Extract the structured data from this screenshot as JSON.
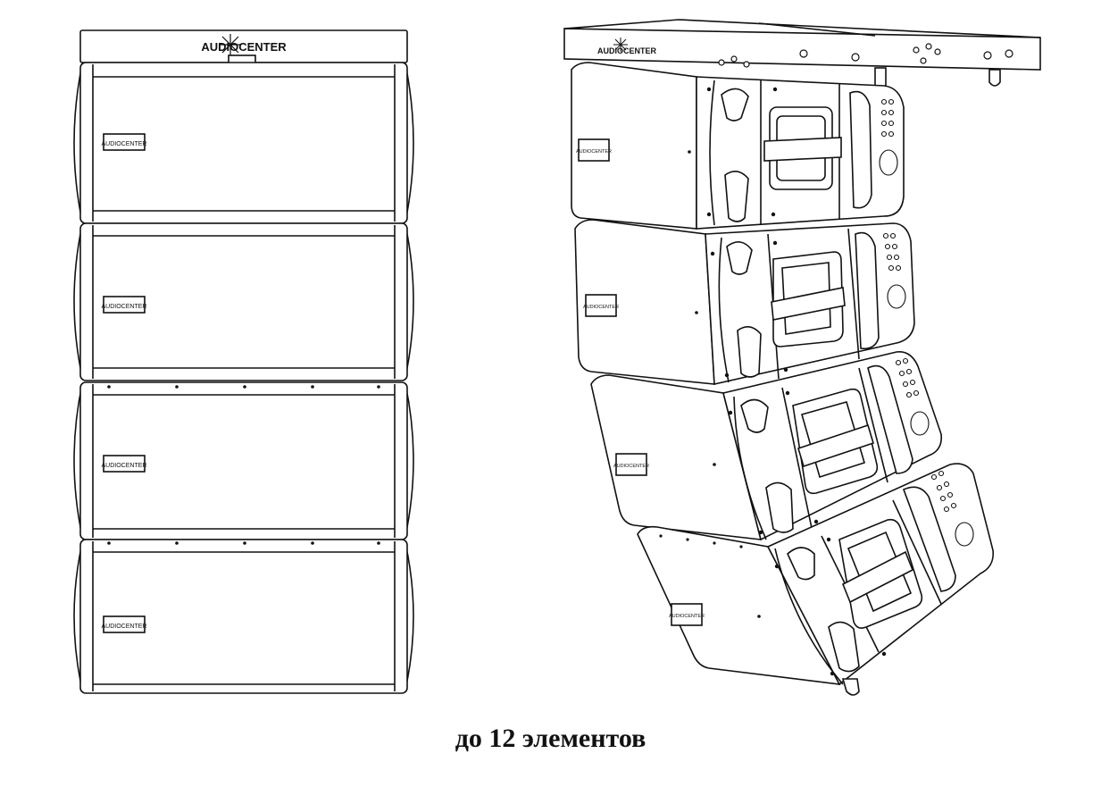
{
  "brand": {
    "logo_text": "AUDIOCENTER"
  },
  "caption": "до 12 элементов",
  "colors": {
    "line": "#111111",
    "paper": "#ffffff"
  },
  "front_view": {
    "module_count": 4
  },
  "side_view": {
    "module_count": 4
  }
}
